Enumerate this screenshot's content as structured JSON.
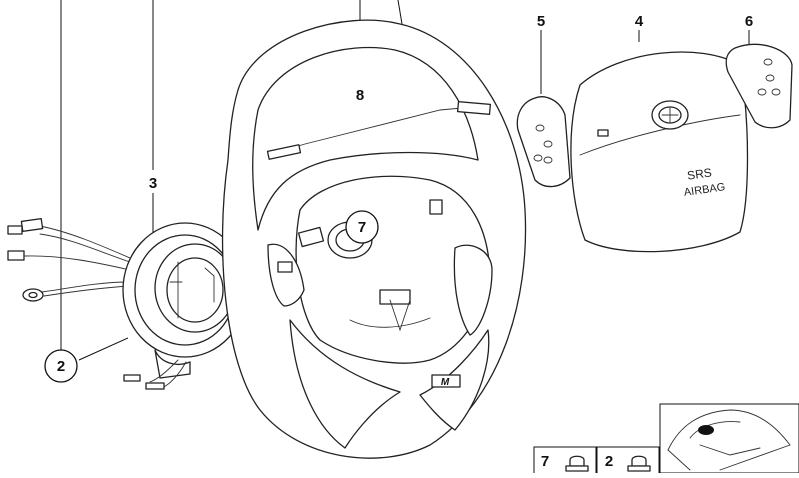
{
  "labels": {
    "part_2": "2",
    "part_3": "3",
    "part_4": "4",
    "part_5": "5",
    "part_6": "6",
    "part_7": "7",
    "part_8": "8"
  },
  "airbag": {
    "line1": "SRS",
    "line2": "AIRBAG"
  },
  "wheel_badge": "M",
  "bottom_boxes": {
    "box_a": "7",
    "box_b": "2"
  }
}
